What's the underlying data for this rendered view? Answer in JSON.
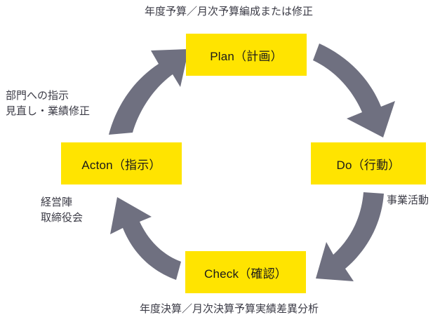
{
  "diagram": {
    "title": "PDCA cycle",
    "colors": {
      "node_fill": "#ffe400",
      "node_text": "#1a1a1a",
      "arrow": "#6f7080",
      "caption_text": "#3b3b46",
      "background": "#ffffff"
    },
    "nodes": [
      {
        "id": "plan",
        "label": "Plan（計画）"
      },
      {
        "id": "do",
        "label": "Do（行動）"
      },
      {
        "id": "check",
        "label": "Check（確認）"
      },
      {
        "id": "acton",
        "label": "Acton（指示）"
      }
    ],
    "captions": {
      "top": "年度予算／月次予算編成または修正",
      "right": "事業活動",
      "bottom": "年度決算／月次決算予算実績差異分析",
      "left_upper": "部門への指示\n見直し・業績修正",
      "left_lower": "経営陣\n取締役会"
    },
    "arrows": [
      {
        "id": "plan-to-do",
        "from": "plan",
        "to": "do"
      },
      {
        "id": "do-to-check",
        "from": "do",
        "to": "check"
      },
      {
        "id": "check-to-acton",
        "from": "check",
        "to": "acton"
      },
      {
        "id": "acton-to-plan",
        "from": "acton",
        "to": "plan"
      }
    ]
  }
}
